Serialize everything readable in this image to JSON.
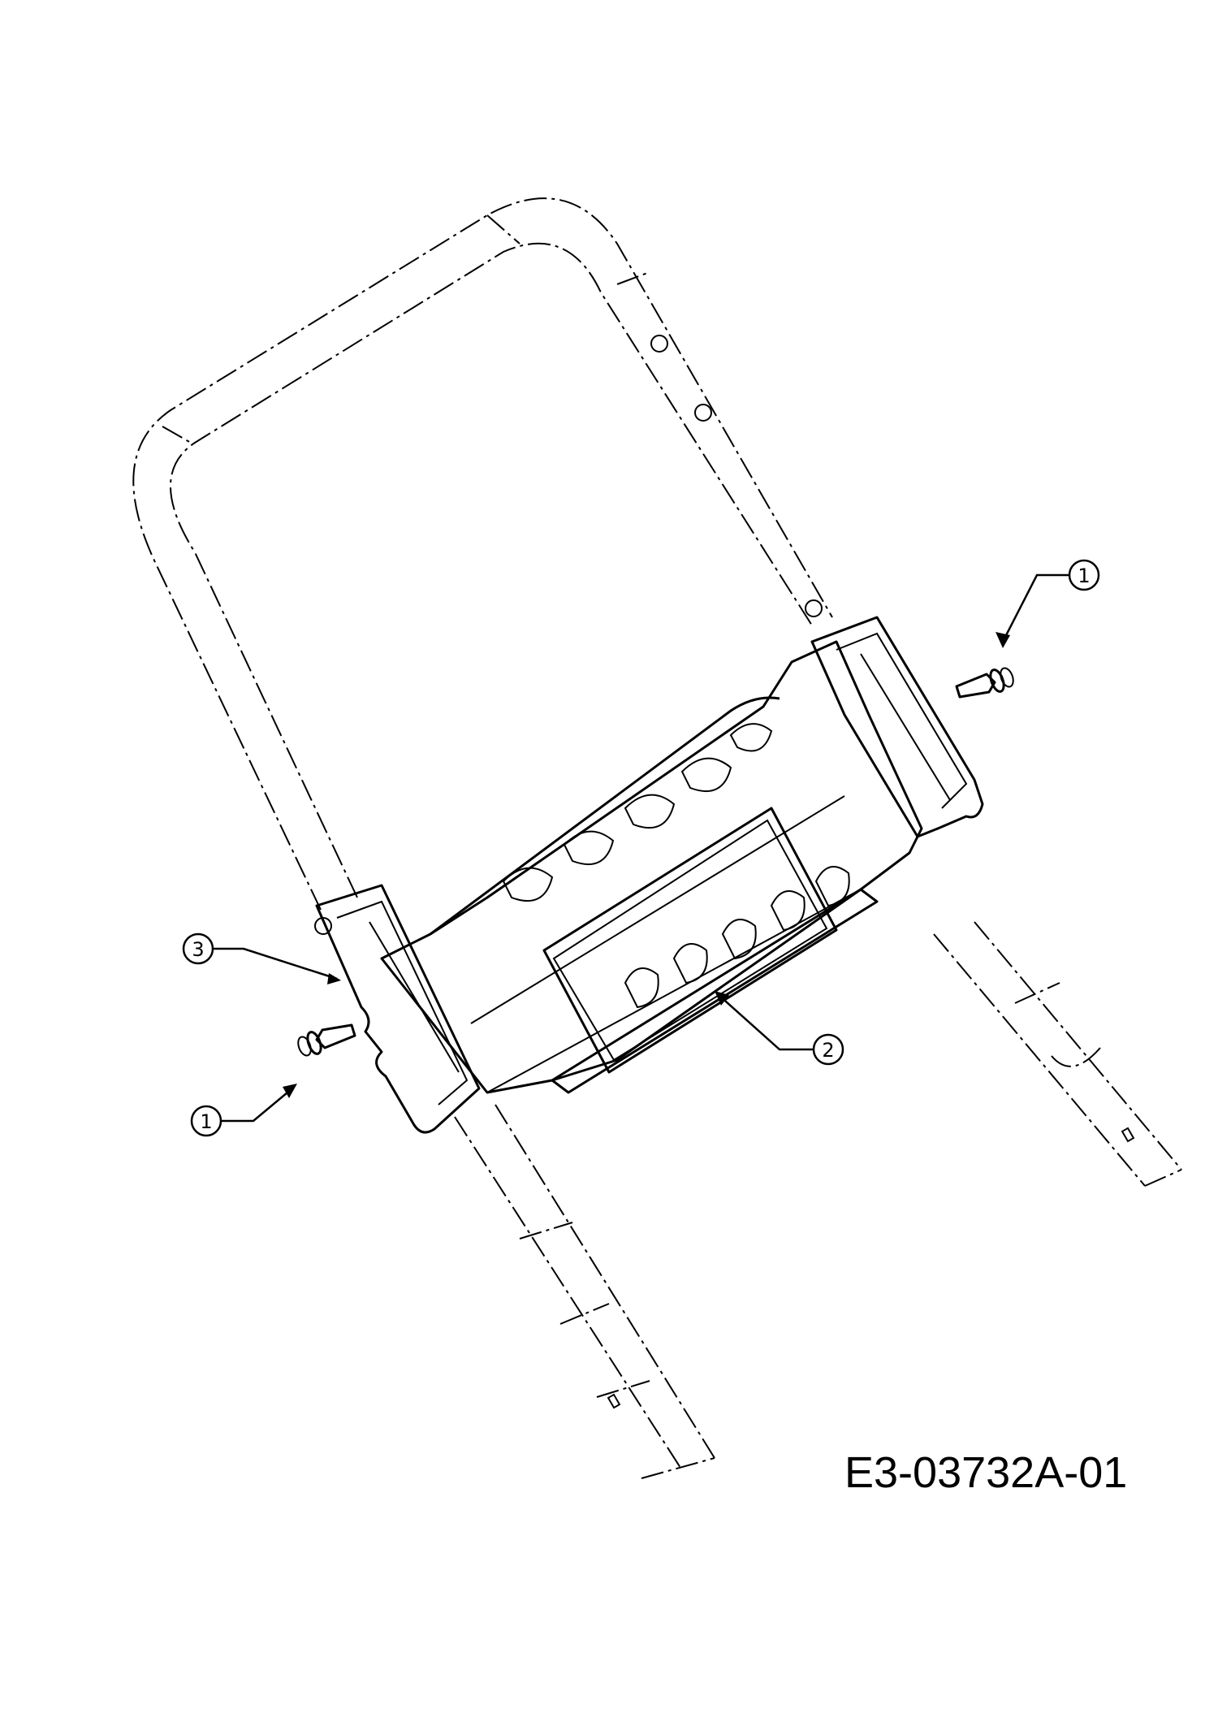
{
  "diagram": {
    "callouts": [
      {
        "id": "callout-1-right",
        "label": "1"
      },
      {
        "id": "callout-1-left",
        "label": "1"
      },
      {
        "id": "callout-2",
        "label": "2"
      },
      {
        "id": "callout-3",
        "label": "3"
      }
    ],
    "drawing_number": "E3-03732A-01",
    "colors": {
      "line": "#000000",
      "background": "#ffffff"
    }
  }
}
